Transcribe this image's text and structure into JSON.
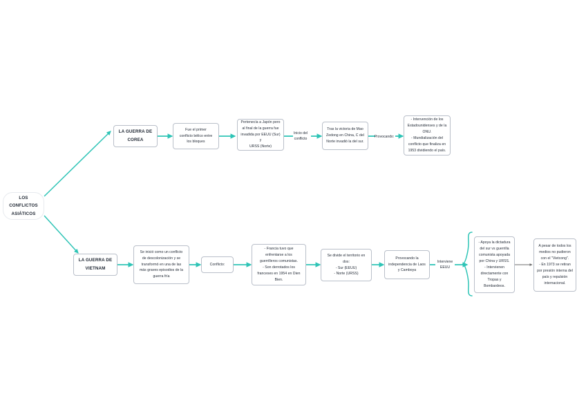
{
  "diagram": {
    "title": "Los conflictos asiáticos",
    "colors": {
      "accent": "#2ec4b6",
      "node_border": "#b9bfc9",
      "root_border": "#e7eaee",
      "text": "#1c2430",
      "plain_arrow": "#6b6b6b",
      "background": "#ffffff"
    },
    "root": {
      "label": "LOS CONFLICTOS\nASIÁTICOS"
    },
    "branches": [
      {
        "id": "korea",
        "title": "LA GUERRA DE\nCOREA",
        "steps": [
          {
            "id": "korea-1",
            "text": "Fue el primer\nconflicto bélico entre\nlos bloques"
          },
          {
            "id": "korea-2",
            "text": "Pertenecía a Japón pero\nal final de la guerra fue\ninvadida por EEUU (Sur) y\nURSS (Norte)"
          },
          {
            "id": "korea-3",
            "text": "Tras la victoria de Mao\nZedong en China, C del\nNorte invadió la del sur."
          },
          {
            "id": "korea-4",
            "text": "- Intervención de los\nEstadounidenses y de la\nONU.\n- Mundialización del\nconflicto que finaliza en\n1953 dividiendo el país."
          }
        ],
        "edge_labels": [
          {
            "id": "korea-edge-inicio",
            "text": "Inicio del\nconflicto"
          },
          {
            "id": "korea-edge-provocando",
            "text": "Provocando:"
          }
        ]
      },
      {
        "id": "vietnam",
        "title": "LA GUERRA DE\nVIETNAM",
        "steps": [
          {
            "id": "vietnam-1",
            "text": "Se inició como un conflicto\nde descolonización y se\ntransformó en una de las\nmás graves episodios de la\nguerra fría"
          },
          {
            "id": "vietnam-2",
            "text": "Conflicto:"
          },
          {
            "id": "vietnam-3",
            "text": "- Francia tuvo que\nenfrentarse a los\nguerrilleros comunistas.\n- Son derrotados los\nfranceses en 1954 en Dien\nBien."
          },
          {
            "id": "vietnam-4",
            "text": "Se divide el territorio en\ndos:\n- Sur (EEUU)\n- Norte (URSS)"
          },
          {
            "id": "vietnam-5",
            "text": "Provocando la\nindependencia de Laos\ny Camboya"
          },
          {
            "id": "vietnam-6",
            "text": "- Apoya la dictadura\ndel sur vs guerrilla\ncomunista apoyada\npor China y URSS.\n- Intervienen\ndirectamente con\nTropas y Bombardeos."
          },
          {
            "id": "vietnam-7",
            "text": "A pesar de todos los\nmedios no pudieron\ncon el \"Vietcong\".\n- En 1973 se retiran\npor presión interna del\npaís y repulsión\ninternacional."
          }
        ],
        "edge_labels": [
          {
            "id": "vietnam-edge-interviene",
            "text": "Interviene\nEEUU"
          }
        ]
      }
    ]
  }
}
